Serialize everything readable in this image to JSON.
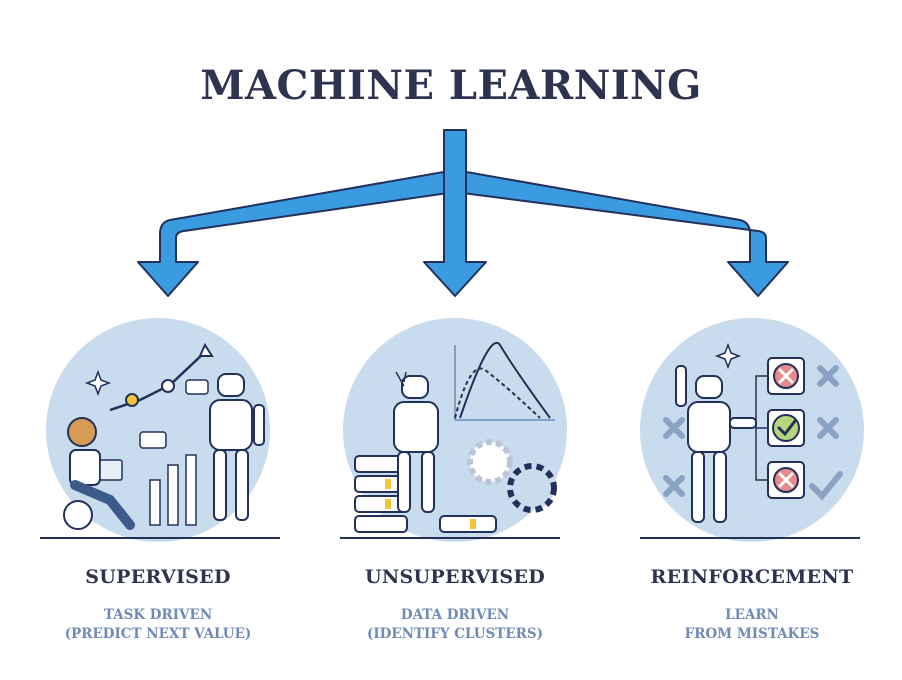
{
  "title": "MACHINE LEARNING",
  "colors": {
    "title": "#2e3350",
    "subtitle": "#6e8bb5",
    "arrow_fill": "#3a9be0",
    "arrow_stroke": "#22305a",
    "circle": "#c9dcee",
    "accent_yellow": "#f4c53a",
    "check_green": "#b7d67a",
    "cross_red": "#e88a8a"
  },
  "branches": [
    {
      "name": "SUPERVISED",
      "desc_lines": [
        "TASK DRIVEN",
        "(PREDICT NEXT VALUE)"
      ],
      "icon": "person-and-robot-trend-icon"
    },
    {
      "name": "UNSUPERVISED",
      "desc_lines": [
        "DATA DRIVEN",
        "(IDENTIFY CLUSTERS)"
      ],
      "icon": "robot-servers-gears-icon"
    },
    {
      "name": "REINFORCEMENT",
      "desc_lines": [
        "LEARN",
        "FROM MISTAKES"
      ],
      "icon": "robot-checklist-icon"
    }
  ]
}
